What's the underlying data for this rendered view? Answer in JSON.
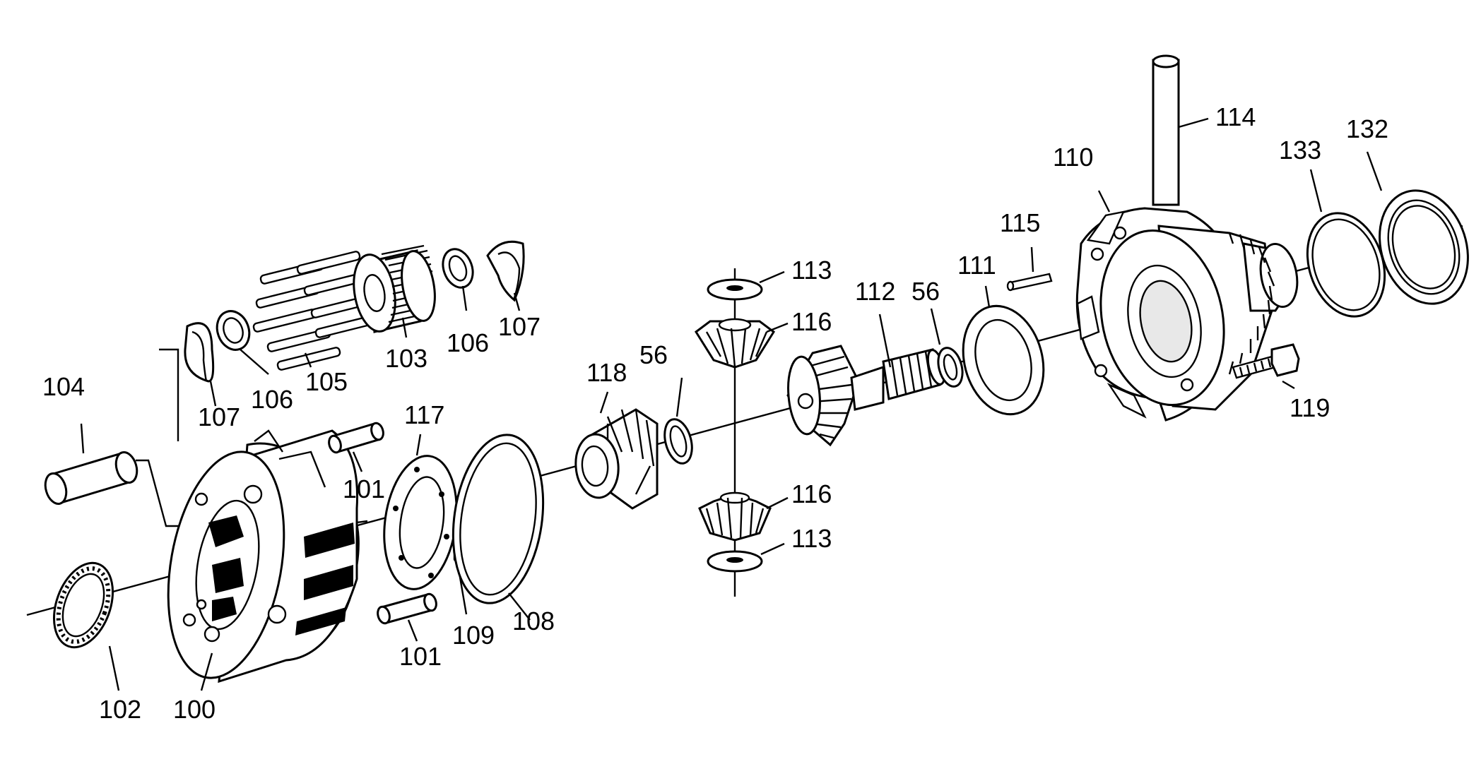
{
  "callouts": {
    "c100": "100",
    "c101a": "101",
    "c101b": "101",
    "c102": "102",
    "c103": "103",
    "c104": "104",
    "c105": "105",
    "c106a": "106",
    "c106b": "106",
    "c107a": "107",
    "c107b": "107",
    "c108": "108",
    "c109": "109",
    "c110": "110",
    "c111": "111",
    "c112": "112",
    "c113a": "113",
    "c113b": "113",
    "c114": "114",
    "c115": "115",
    "c116a": "116",
    "c116b": "116",
    "c117": "117",
    "c118": "118",
    "c119": "119",
    "c132": "132",
    "c133": "133",
    "c56a": "56",
    "c56b": "56"
  },
  "colors": {
    "line": "#000000",
    "background": "#ffffff"
  }
}
